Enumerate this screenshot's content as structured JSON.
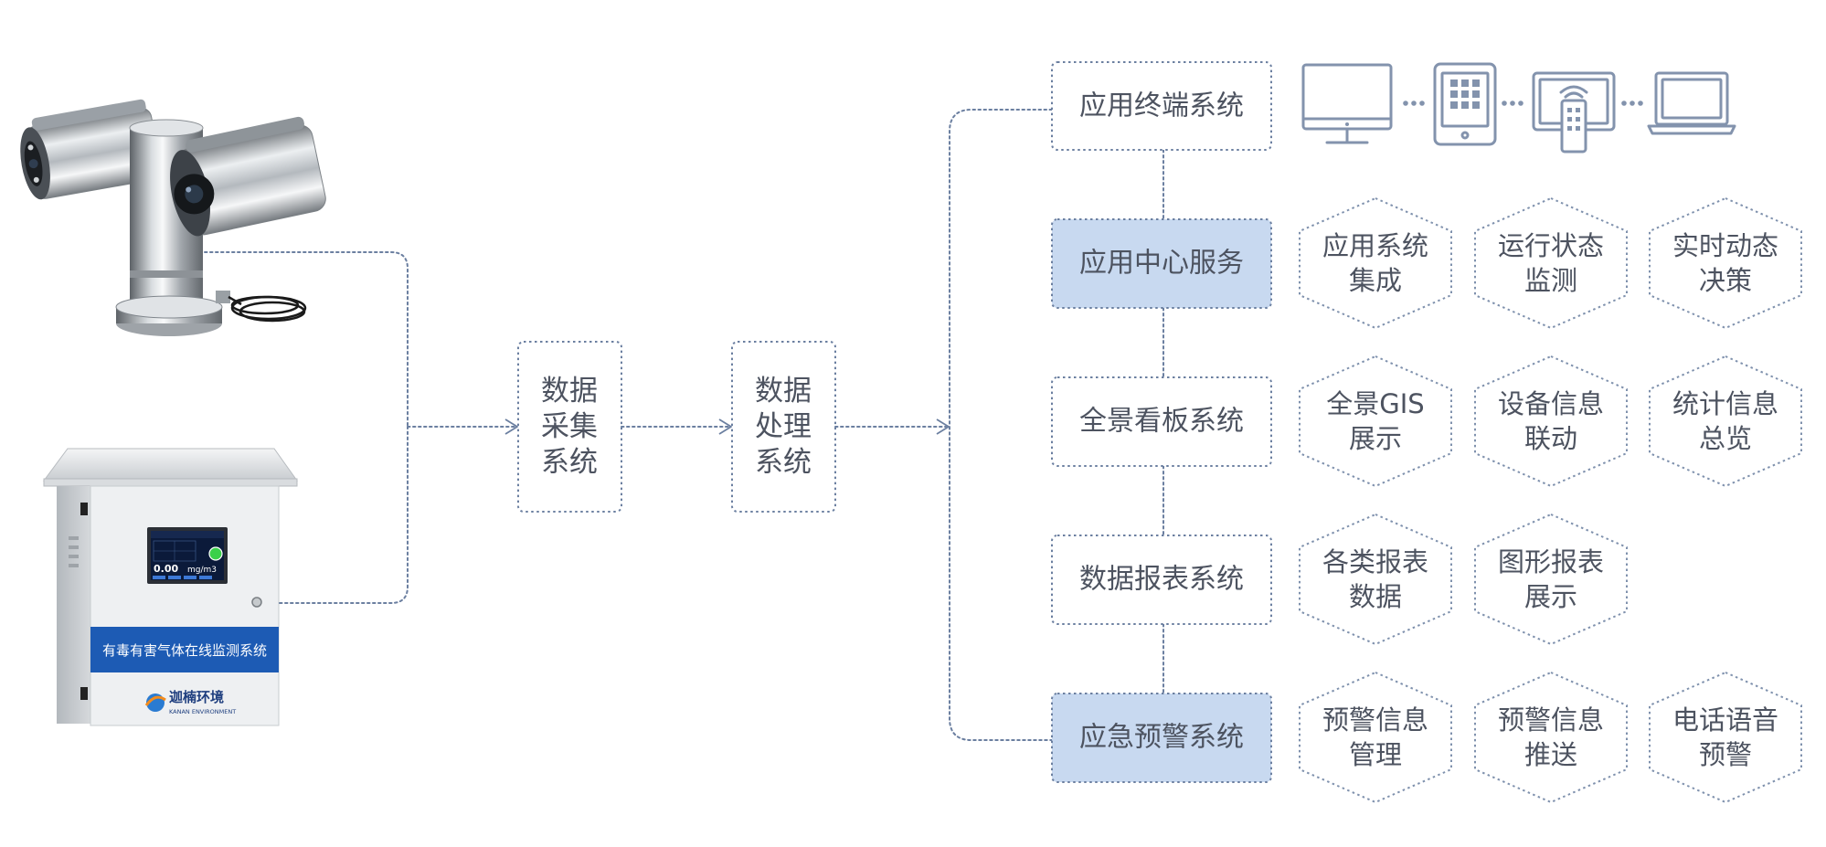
{
  "colors": {
    "border": "#6b7fa0",
    "highlight_fill": "#c8d9f0",
    "plain_fill": "#ffffff",
    "text": "#4d5360",
    "cabinet_band": "#1d5bb4",
    "status_light": "#3bd04a"
  },
  "sources": {
    "camera": {
      "icon": "ptz-camera"
    },
    "cabinet": {
      "icon": "gas-monitor-cabinet",
      "band_label": "有毒有害气体在线监测系统",
      "logo_name": "迦楠环境",
      "logo_en": "KANAN ENVIRONMENT",
      "screen_value": "0.00",
      "screen_unit": "mg/m3"
    }
  },
  "pipeline": [
    {
      "lines": [
        "数据",
        "采集",
        "系统"
      ]
    },
    {
      "lines": [
        "数据",
        "处理",
        "系统"
      ]
    }
  ],
  "systems": [
    {
      "label": "应用终端系统",
      "highlight": false,
      "devices": [
        "monitor-icon",
        "tablet-icon",
        "tv-remote-icon",
        "laptop-icon"
      ]
    },
    {
      "label": "应用中心服务",
      "highlight": true,
      "features": [
        {
          "lines": [
            "应用系统",
            "集成"
          ]
        },
        {
          "lines": [
            "运行状态",
            "监测"
          ]
        },
        {
          "lines": [
            "实时动态",
            "决策"
          ]
        }
      ]
    },
    {
      "label": "全景看板系统",
      "highlight": false,
      "features": [
        {
          "lines": [
            "全景GIS",
            "展示"
          ]
        },
        {
          "lines": [
            "设备信息",
            "联动"
          ]
        },
        {
          "lines": [
            "统计信息",
            "总览"
          ]
        }
      ]
    },
    {
      "label": "数据报表系统",
      "highlight": false,
      "features": [
        {
          "lines": [
            "各类报表",
            "数据"
          ]
        },
        {
          "lines": [
            "图形报表",
            "展示"
          ]
        }
      ]
    },
    {
      "label": "应急预警系统",
      "highlight": true,
      "features": [
        {
          "lines": [
            "预警信息",
            "管理"
          ]
        },
        {
          "lines": [
            "预警信息",
            "推送"
          ]
        },
        {
          "lines": [
            "电话语音",
            "预警"
          ]
        }
      ]
    }
  ]
}
